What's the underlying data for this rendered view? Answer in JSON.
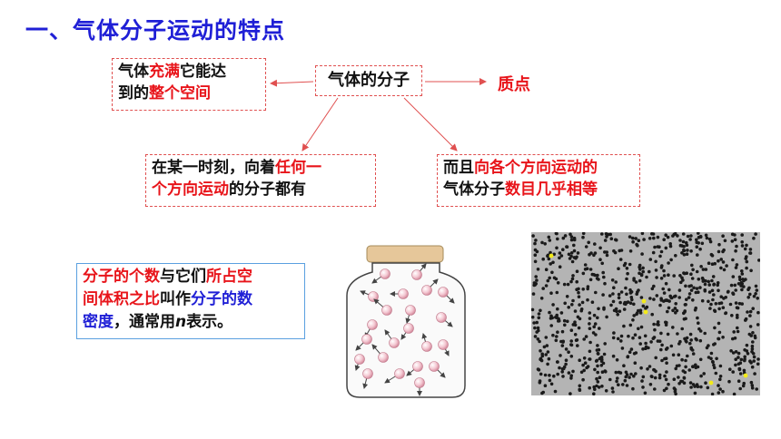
{
  "title": "一、气体分子运动的特点",
  "center": "气体的分子",
  "point_label": "质点",
  "box_fill": {
    "t1": "气体",
    "t2": "充满",
    "t3": "它能达",
    "t4": "到的",
    "t5": "整个空间"
  },
  "box_any": {
    "t1": "在某一时刻，向着",
    "t2": "任何一",
    "t3": "个方向运动",
    "t4": "的分子都有"
  },
  "box_equal": {
    "t1": "而且",
    "t2": "向各个方向运动的",
    "t3": "气体分子",
    "t4": "数目几乎相等"
  },
  "density": {
    "t1": "分子的个数",
    "t2": "与它们",
    "t3": "所占空",
    "t4": "间体积之比",
    "t5": "叫作",
    "t6": "分子的数",
    "t7": "密度",
    "t8": "，通常用",
    "t9": "n",
    "t10": "表示。"
  },
  "colors": {
    "title": "#1f1fd6",
    "highlight_red": "#e8141a",
    "highlight_blue": "#1f1fd6",
    "arrow": "#e05050"
  }
}
